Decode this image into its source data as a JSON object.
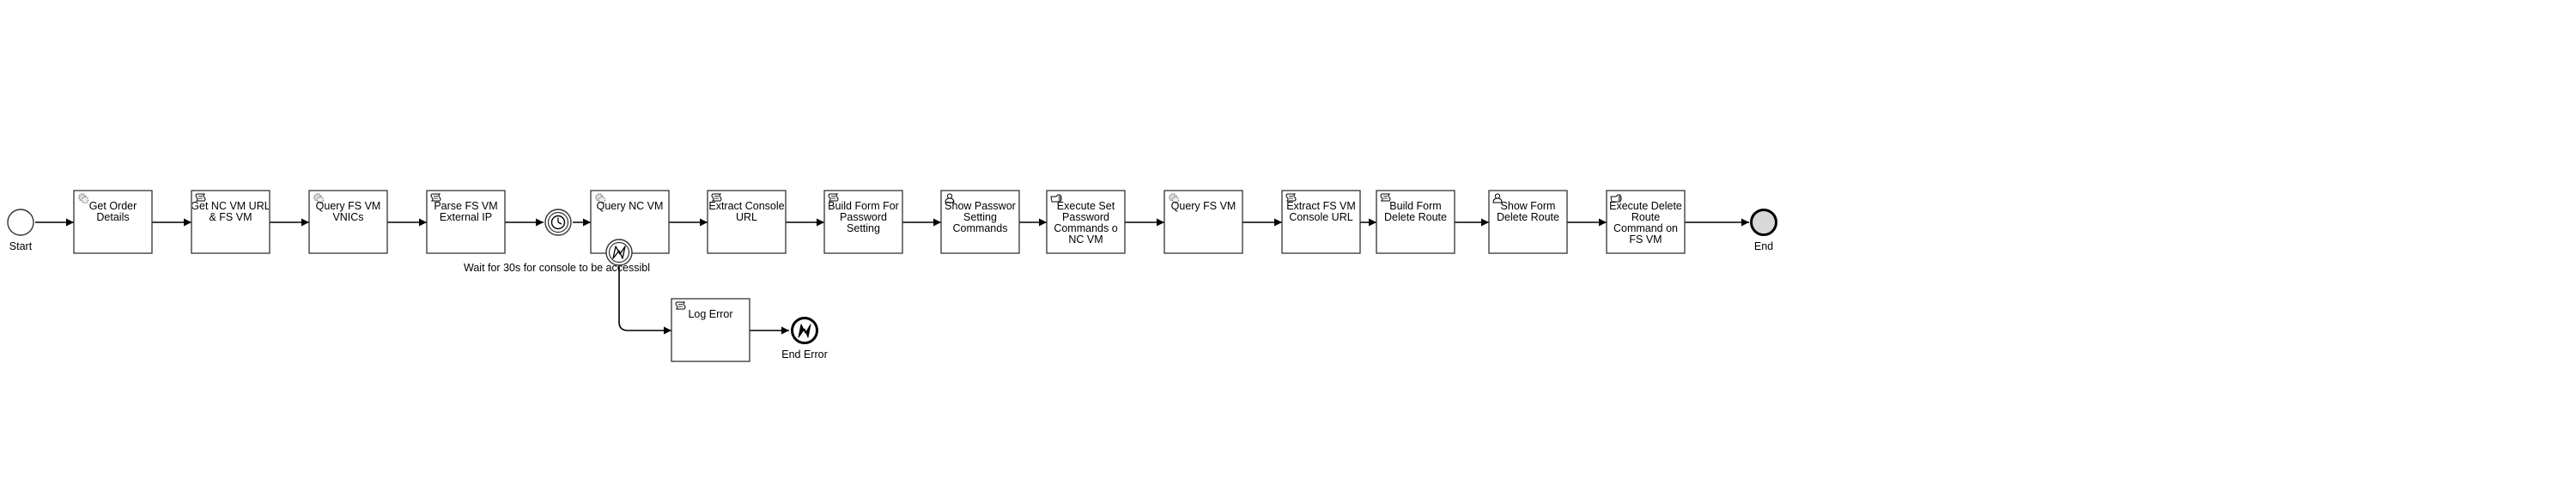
{
  "diagram": {
    "start_event": {
      "label": "Start"
    },
    "end_event": {
      "label": "End"
    },
    "end_error_event": {
      "label": "End Error"
    },
    "timer_event": {
      "label": "Wait for 30s for console to be accessibl"
    },
    "tasks": [
      {
        "id": "t1",
        "icon": "service-gear-icon",
        "lines": [
          "Get Order",
          "Details"
        ]
      },
      {
        "id": "t2",
        "icon": "script-icon",
        "lines": [
          "Get NC VM URL",
          "& FS VM"
        ]
      },
      {
        "id": "t3",
        "icon": "service-gear-icon",
        "lines": [
          "Query FS VM",
          "VNICs"
        ]
      },
      {
        "id": "t4",
        "icon": "script-icon",
        "lines": [
          "Parse FS VM",
          "External IP"
        ]
      },
      {
        "id": "t5",
        "icon": "service-gear-icon",
        "lines": [
          "Query NC VM"
        ]
      },
      {
        "id": "t6",
        "icon": "script-icon",
        "lines": [
          "Extract Console",
          "URL"
        ]
      },
      {
        "id": "t7",
        "icon": "script-icon",
        "lines": [
          "Build Form For",
          "Password",
          "Setting"
        ]
      },
      {
        "id": "t8",
        "icon": "user-task-icon",
        "lines": [
          "Show Passwor",
          "Setting",
          "Commands"
        ]
      },
      {
        "id": "t9",
        "icon": "manual-hand-icon",
        "lines": [
          "Execute Set",
          "Password",
          "Commands o",
          "NC VM"
        ]
      },
      {
        "id": "t10",
        "icon": "service-gear-icon",
        "lines": [
          "Query FS VM"
        ]
      },
      {
        "id": "t11",
        "icon": "script-icon",
        "lines": [
          "Extract FS VM",
          "Console URL"
        ]
      },
      {
        "id": "t12",
        "icon": "script-icon",
        "lines": [
          "Build Form",
          "Delete Route"
        ]
      },
      {
        "id": "t13",
        "icon": "user-task-icon",
        "lines": [
          "Show Form",
          "Delete Route"
        ]
      },
      {
        "id": "t14",
        "icon": "manual-hand-icon",
        "lines": [
          "Execute Delete",
          "Route",
          "Command on",
          "FS VM"
        ]
      },
      {
        "id": "t15",
        "icon": "script-icon",
        "lines": [
          "Log Error"
        ]
      }
    ],
    "colors": {
      "stroke": "#333333",
      "end_fill": "#d8d8d8",
      "background": "#ffffff"
    }
  }
}
